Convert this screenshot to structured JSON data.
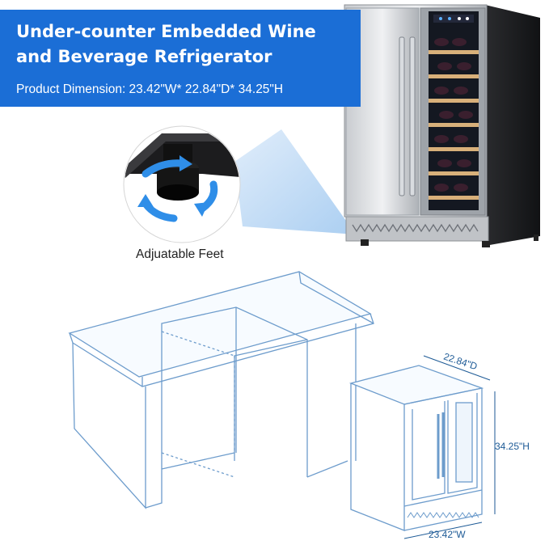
{
  "banner": {
    "title": "Under-counter Embedded Wine and Beverage Refrigerator",
    "dimension": "Product Dimension: 23.42\"W* 22.84\"D* 34.25\"H"
  },
  "feet_caption": "Adjuatable Feet",
  "dimensions": {
    "depth": "22.84\"D",
    "height": "34.25\"H",
    "width": "23.42\"W"
  },
  "colors": {
    "banner_blue": "#1b6ed6",
    "arrow_blue": "#2f8ee8",
    "line_blue": "#6d9ccc"
  }
}
